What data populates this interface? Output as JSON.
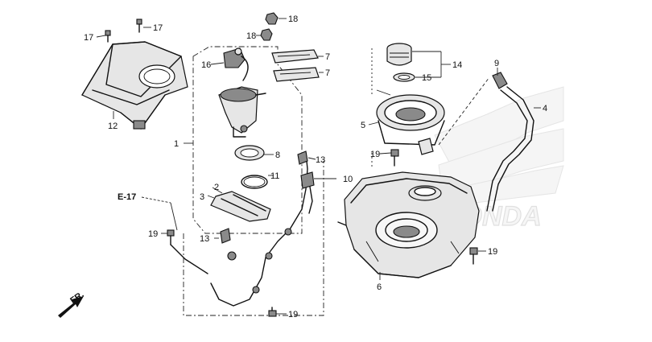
{
  "diagram": {
    "callouts": {
      "c1": "1",
      "c2": "2",
      "c3": "3",
      "c4": "4",
      "c5": "5",
      "c6": "6",
      "c7a": "7",
      "c7b": "7",
      "c8": "8",
      "c9": "9",
      "c10": "10",
      "c11": "11",
      "c12": "12",
      "c13a": "13",
      "c13b": "13",
      "c14": "14",
      "c15": "15",
      "c16": "16",
      "c17a": "17",
      "c17b": "17",
      "c18a": "18",
      "c18b": "18",
      "c19a": "19",
      "c19b": "19",
      "c19c": "19",
      "c19d": "19"
    },
    "reference": "E-17",
    "direction": "FR.",
    "watermark": "HONDA"
  }
}
